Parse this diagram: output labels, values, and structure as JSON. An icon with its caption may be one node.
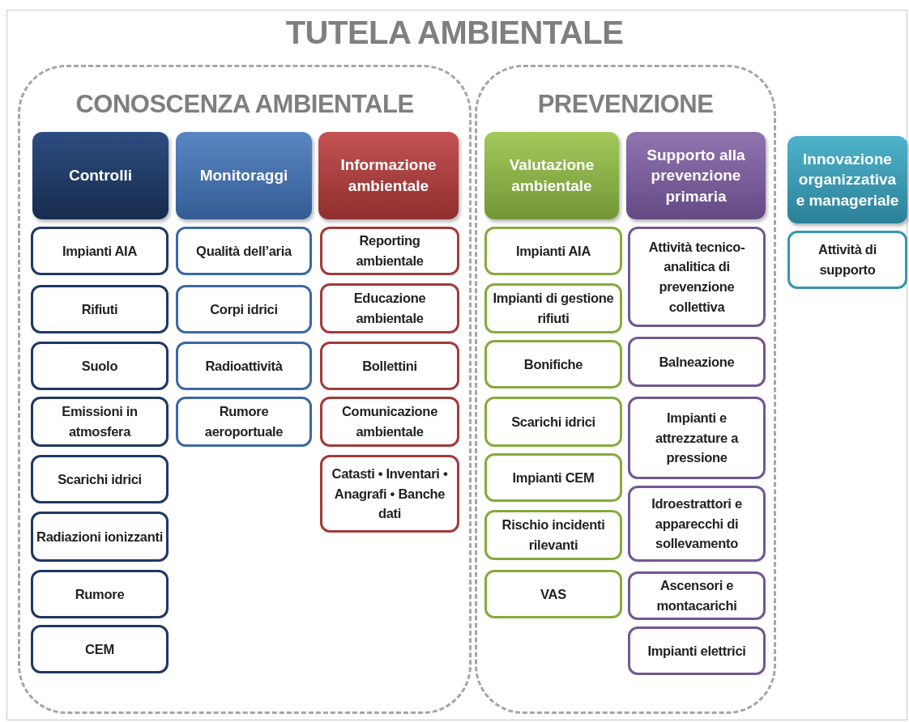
{
  "diagram": {
    "title": "TUTELA AMBIENTALE",
    "nodes": [
      {
        "text": [
          "CONOSCENZA AMBIENTALE"
        ]
      },
      {
        "text": [
          "Controlli"
        ],
        "in": 0
      },
      {
        "text": [
          "Monitoraggi"
        ],
        "in": 0
      },
      {
        "text": [
          "Informazione ambientale"
        ],
        "in": 0
      },
      {
        "text": [
          "Impianti AIA"
        ],
        "in": 0
      },
      {
        "text": [
          "Rifiuti"
        ],
        "in": 0
      },
      {
        "text": [
          "Suolo"
        ],
        "in": 0
      },
      {
        "text": [
          "Emissioni in atmosfera"
        ],
        "in": 0
      },
      {
        "text": [
          "Scarichi idrici"
        ],
        "in": 0
      },
      {
        "text": [
          "Radiazioni ionizzanti"
        ],
        "in": 0
      },
      {
        "text": [
          "Rumore"
        ],
        "in": 0
      },
      {
        "text": [
          "CEM"
        ],
        "in": 0
      },
      {
        "text": [
          "Qualità dell’aria"
        ],
        "in": 0
      },
      {
        "text": [
          "Corpi idrici"
        ],
        "in": 0
      },
      {
        "text": [
          "Radioattività"
        ],
        "in": 0
      },
      {
        "text": [
          "Rumore aeroportuale"
        ],
        "in": 0
      },
      {
        "text": [
          "Reporting ambientale"
        ],
        "in": 0
      },
      {
        "text": [
          "Educazione ambientale"
        ],
        "in": 0
      },
      {
        "text": [
          "Bollettini"
        ],
        "in": 0
      },
      {
        "text": [
          "Comunicazione ambientale"
        ],
        "in": 0
      },
      {
        "text": [
          "Catasti • Inventari • Anagrafi • Banche dati"
        ],
        "in": 0
      },
      {
        "text": [
          "PREVENZIONE"
        ]
      },
      {
        "text": [
          "Valutazione ambientale"
        ],
        "in": 21
      },
      {
        "text": [
          "Supporto alla prevenzione primaria"
        ],
        "in": 21
      },
      {
        "text": [
          "Impianti AIA"
        ],
        "in": 21
      },
      {
        "text": [
          "Impianti di gestione rifiuti"
        ],
        "in": 21
      },
      {
        "text": [
          "Bonifiche"
        ],
        "in": 21
      },
      {
        "text": [
          "Scarichi idrici"
        ],
        "in": 21
      },
      {
        "text": [
          "Impianti CEM"
        ],
        "in": 21
      },
      {
        "text": [
          "Rischio incidenti rilevanti"
        ],
        "in": 21
      },
      {
        "text": [
          "VAS"
        ],
        "in": 21
      },
      {
        "text": [
          "Attività tecnico-analitica di prevenzione collettiva"
        ],
        "in": 21
      },
      {
        "text": [
          "Balneazione"
        ],
        "in": 21
      },
      {
        "text": [
          "Impianti e attrezzature a pressione"
        ],
        "in": 21
      },
      {
        "text": [
          "Idroestrattori e apparecchi di sollevamento"
        ],
        "in": 21
      },
      {
        "text": [
          "Ascensori e montacarichi"
        ],
        "in": 21
      },
      {
        "text": [
          "Impianti elettrici"
        ],
        "in": 21
      },
      {
        "text": [
          "Innovazione organizzativa e manageriale"
        ]
      },
      {
        "text": [
          "Attività di supporto"
        ]
      }
    ],
    "edges": []
  }
}
